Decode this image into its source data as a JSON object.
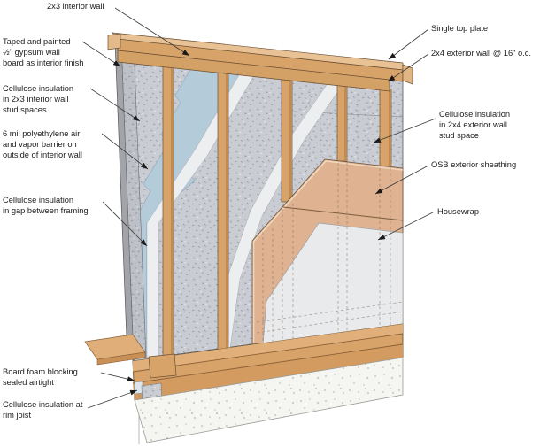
{
  "labels": {
    "top": {
      "text": "2x3 interior wall"
    },
    "left": [
      {
        "text": "Taped and painted\n½\" gypsum wall\nboard as interior finish"
      },
      {
        "text": "Cellulose insulation\nin 2x3 interior wall\nstud spaces"
      },
      {
        "text": "6 mil polyethylene air\nand vapor barrier on\noutside of interior wall"
      },
      {
        "text": "Cellulose insulation\nin gap between framing"
      },
      {
        "text": "Board foam blocking\nsealed airtight"
      },
      {
        "text": "Cellulose insulation at\nrim joist"
      }
    ],
    "right": [
      {
        "text": "Single top plate"
      },
      {
        "text": "2x4 exterior wall @ 16\" o.c."
      },
      {
        "text": "Cellulose insulation\nin 2x4 exterior wall\nstud space"
      },
      {
        "text": "OSB exterior sheathing"
      },
      {
        "text": "Housewrap"
      }
    ]
  },
  "colors": {
    "wood": "#D8A369",
    "wood_dark": "#BE8A55",
    "wood_light": "#E8C295",
    "insulation": "#C9CCD2",
    "speckle": "#8F949C",
    "poly_blue": "#B4CBDA",
    "cut_face": "#EDEEF0",
    "osb": "#DFB292",
    "housewrap": "#E9EAEC",
    "concrete": "#F5F5F2",
    "gypsum_edge": "#A2A4A9",
    "line": "#3C3C3C"
  }
}
